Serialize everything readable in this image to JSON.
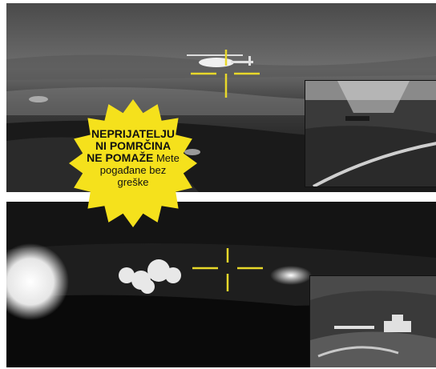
{
  "badge": {
    "headline_line1": "NEPRIJATELJU",
    "headline_line2": "NI POMRČINA",
    "headline_line3": "NE POMAŽE",
    "caption_part1": "Mete",
    "caption_part2": "pogađane bez",
    "caption_part3": "greške",
    "color": "#f5e11c"
  },
  "reticle_color": "#e8d82a",
  "scenes": {
    "top": {
      "description_icon": "thermal-helicopter-scene"
    },
    "bottom": {
      "description_icon": "night-explosion-scene"
    }
  }
}
